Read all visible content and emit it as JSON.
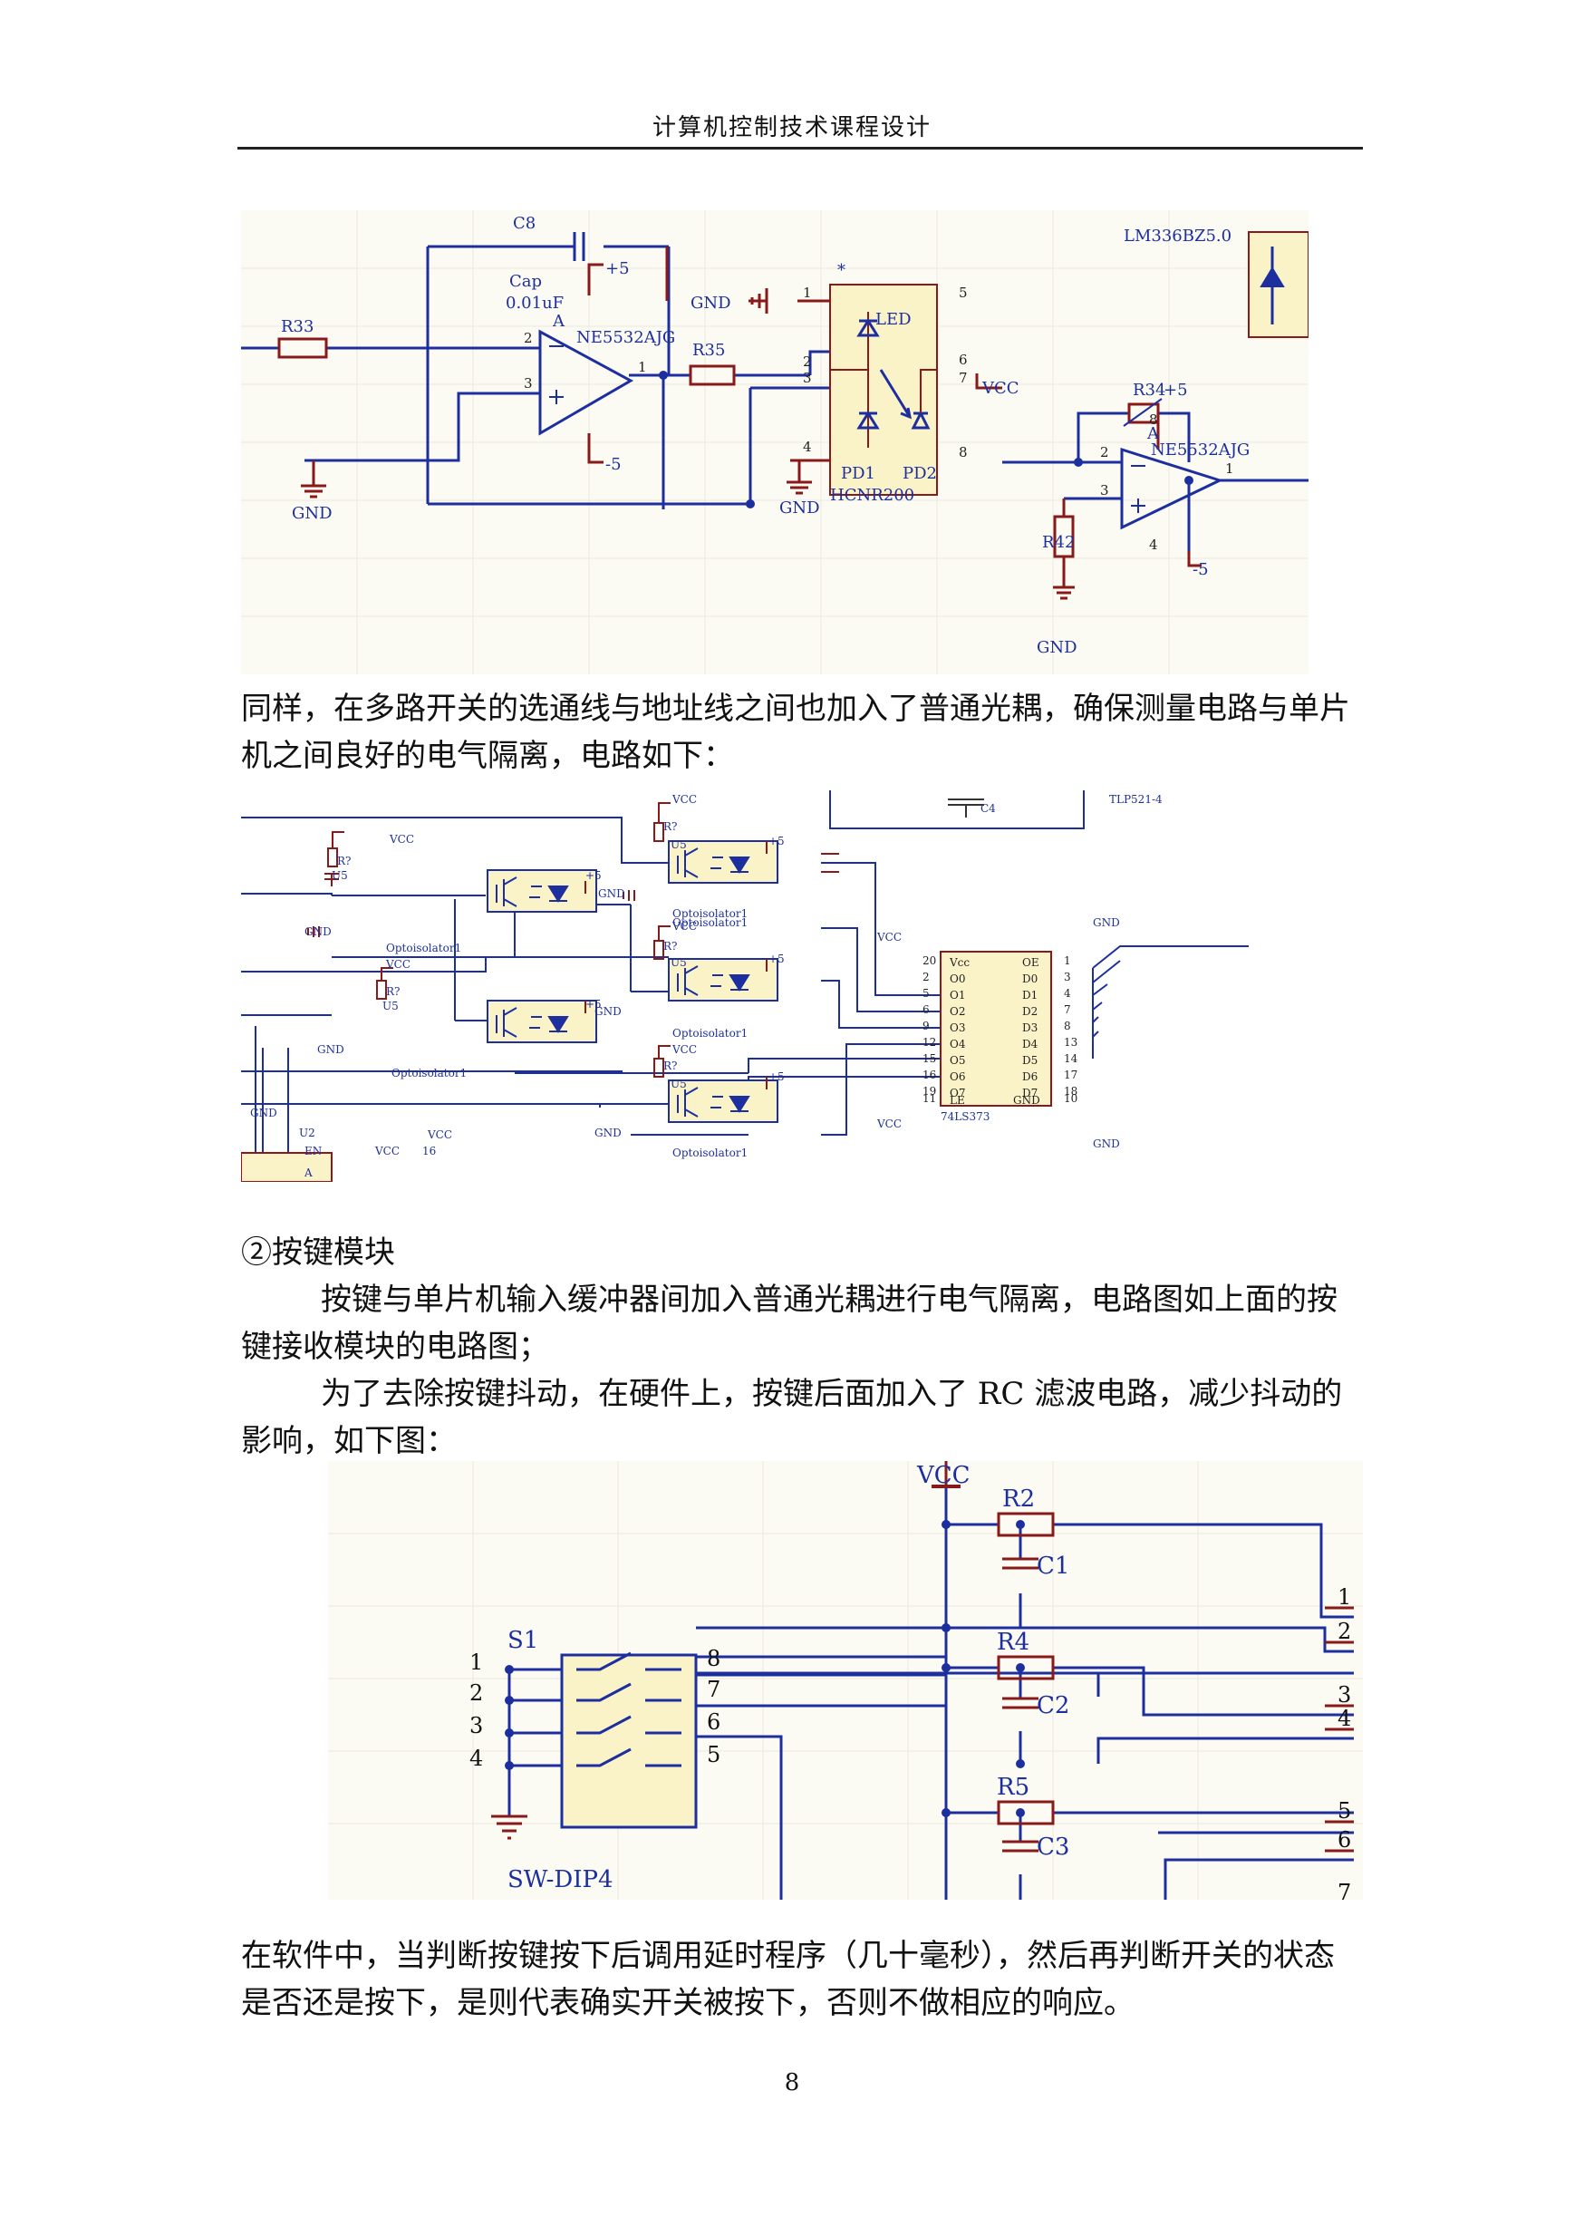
{
  "header": {
    "title": "计算机控制技术课程设计"
  },
  "figure1": {
    "labels": {
      "c8": "C8",
      "cap": "Cap",
      "cap_value": "0.01uF",
      "plus5": "+5",
      "minus5": "-5",
      "r33": "R33",
      "amp1": "NE5532AJG",
      "amp1_unit": "A",
      "pin_a": "A",
      "gnd": "GND",
      "r35": "R35",
      "led": "LED",
      "pd1": "PD1",
      "pd2": "PD2",
      "hcnr": "HCNR200",
      "vcc": "VCC",
      "r34": "R34",
      "amp2": "NE5532AJG",
      "r42": "R42",
      "lm336": "LM336BZ5.0",
      "pins": [
        "1",
        "2",
        "3",
        "4",
        "5",
        "6",
        "7",
        "8",
        "2",
        "3",
        "1",
        "8",
        "4",
        "1",
        "2",
        "3"
      ],
      "star": "*"
    }
  },
  "para1": {
    "text": "同样，在多路开关的选通线与地址线之间也加入了普通光耦，确保测量电路与单片机之间良好的电气隔离，电路如下："
  },
  "figure2": {
    "labels": {
      "vcc": "VCC",
      "r": "R?",
      "u5": "U5",
      "opto": "Optoisolator1",
      "gnd": "GND",
      "plus5": "+5",
      "c4": "C4",
      "tlp": "TLP521-4",
      "u2": "U2",
      "en": "EN",
      "a": "A",
      "chip": "74LS373",
      "pin16": "16",
      "chip_left": [
        "Vcc",
        "O0",
        "O1",
        "O2",
        "O3",
        "O4",
        "O5",
        "O6",
        "O7",
        "LE"
      ],
      "chip_left_pins": [
        "20",
        "2",
        "5",
        "6",
        "9",
        "12",
        "15",
        "16",
        "19",
        "11"
      ],
      "chip_right": [
        "OE",
        "D0",
        "D1",
        "D2",
        "D3",
        "D4",
        "D5",
        "D6",
        "D7",
        "GND"
      ],
      "chip_right_pins": [
        "1",
        "3",
        "4",
        "7",
        "8",
        "13",
        "14",
        "17",
        "18",
        "10"
      ]
    }
  },
  "section": {
    "heading": "②按键模块"
  },
  "para2": {
    "text": "按键与单片机输入缓冲器间加入普通光耦进行电气隔离，电路图如上面的按键接收模块的电路图；"
  },
  "para3": {
    "text": "为了去除按键抖动，在硬件上，按键后面加入了 RC 滤波电路，减少抖动的影响，如下图："
  },
  "figure3": {
    "labels": {
      "vcc": "VCC",
      "r2": "R2",
      "c1": "C1",
      "r4": "R4",
      "c2": "C2",
      "r5": "R5",
      "c3": "C3",
      "s1": "S1",
      "swdip": "SW-DIP4",
      "left_pins": [
        "1",
        "2",
        "3",
        "4"
      ],
      "right_pins": [
        "8",
        "7",
        "6",
        "5"
      ],
      "conn_pins": [
        "1",
        "2",
        "3",
        "4",
        "5",
        "6",
        "7"
      ]
    }
  },
  "para4": {
    "text": "在软件中，当判断按键按下后调用延时程序（几十毫秒），然后再判断开关的状态是否还是按下，是则代表确实开关被按下，否则不做相应的响应。"
  },
  "footer": {
    "page_number": "8"
  }
}
